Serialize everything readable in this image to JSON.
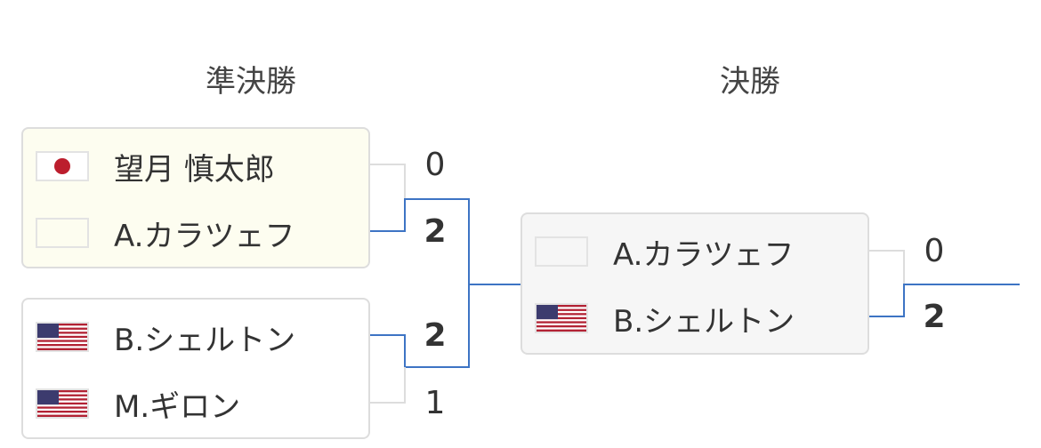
{
  "rounds": {
    "semifinal_title": "準決勝",
    "final_title": "決勝"
  },
  "colors": {
    "winner_line": "#3d74c4",
    "loser_line": "#dddddd",
    "highlight_bg": "#fdfdf0",
    "final_bg": "#f6f6f6"
  },
  "semifinal_1": {
    "player_1": {
      "name": "望月 慎太郎",
      "flag": "japan-flag-icon",
      "score": "0"
    },
    "player_2": {
      "name": "A.カラツェフ",
      "flag": "blank-flag-icon",
      "score": "2",
      "winner": true
    }
  },
  "semifinal_2": {
    "player_1": {
      "name": "B.シェルトン",
      "flag": "usa-flag-icon",
      "score": "2",
      "winner": true
    },
    "player_2": {
      "name": "M.ギロン",
      "flag": "usa-flag-icon",
      "score": "1"
    }
  },
  "final": {
    "player_1": {
      "name": "A.カラツェフ",
      "flag": "blank-flag-icon",
      "score": "0"
    },
    "player_2": {
      "name": "B.シェルトン",
      "flag": "usa-flag-icon",
      "score": "2",
      "winner": true
    }
  }
}
